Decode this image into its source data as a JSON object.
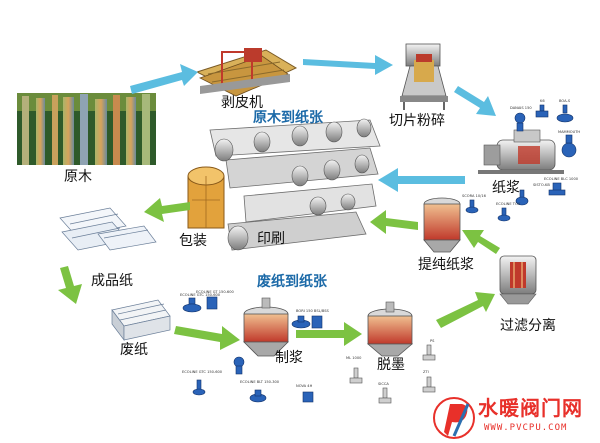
{
  "section_titles": {
    "top": "原木到纸张",
    "bottom": "废纸到纸张"
  },
  "stages": {
    "logs": "原木",
    "debarker": "剥皮机",
    "chipping": "切片粉碎",
    "pulp": "纸浆",
    "printing": "印刷",
    "packaging": "包装",
    "finished_paper": "成品纸",
    "waste_paper": "废纸",
    "pulping": "制浆",
    "deinking": "脱墨",
    "purified_pulp": "提纯纸浆",
    "filtration": "过滤分离"
  },
  "valve_tags": [
    "DANAIS 150",
    "K6",
    "BOA-S",
    "MAMMOUTH",
    "ECOLINE BLC 1000",
    "SISTO-KB",
    "SCORA 10/16",
    "ECOLINE TOV",
    "ECOLINE GTC 150-600",
    "BORI 150 BSL/BSS",
    "ECOLINE GT 150-600",
    "ECOLINE GTC 150-600",
    "ECOLINE BLT 150-300",
    "NOVA 4H",
    "ML 1000",
    "SICCA",
    "ZTI",
    "PS"
  ],
  "watermark": {
    "name": "水暖阀门网",
    "url": "WWW.PVCPU.COM"
  },
  "colors": {
    "blue_arrow": "#5bbde0",
    "green_arrow": "#7cc242",
    "title_blue": "#1c6aa8",
    "valve_blue": "#2a63b8",
    "watermark_red": "#e8302a"
  }
}
